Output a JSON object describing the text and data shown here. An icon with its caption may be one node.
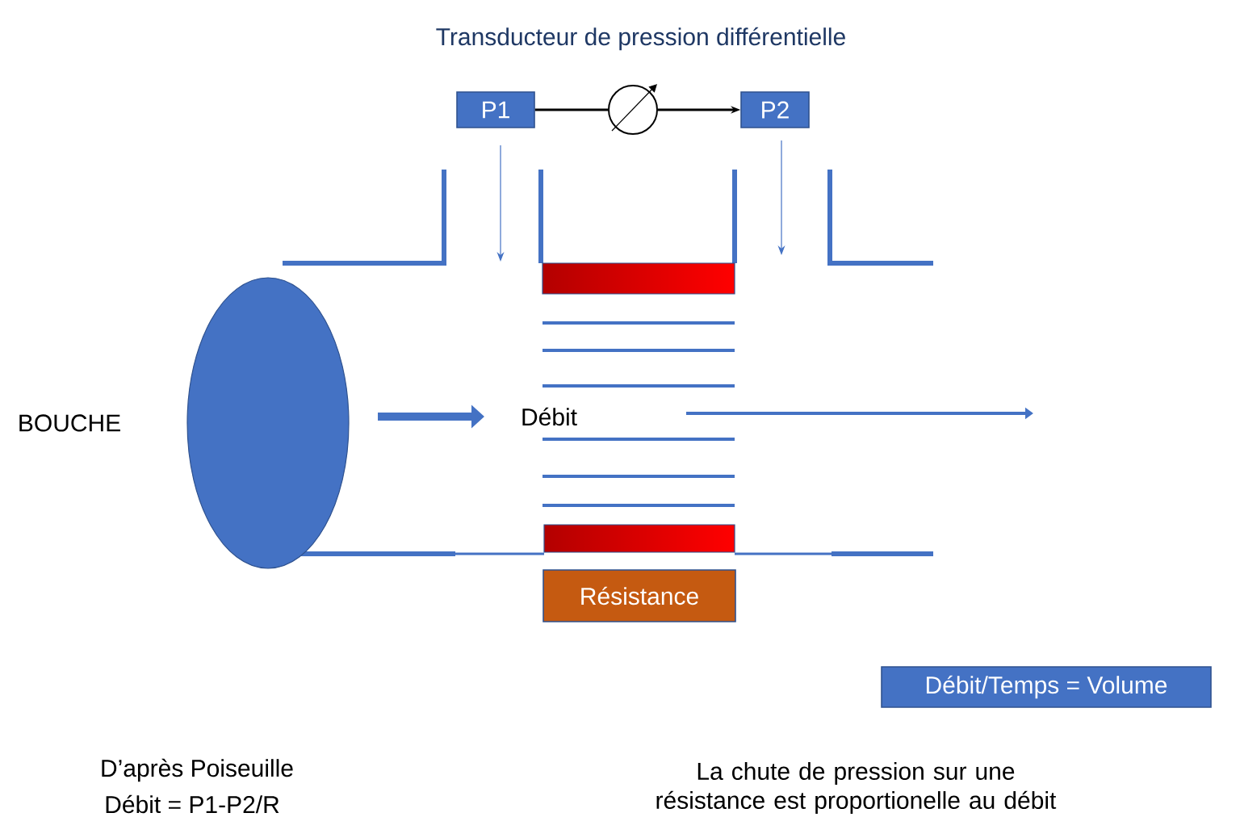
{
  "diagram": {
    "title": "Transducteur de pression différentielle",
    "nodes": [
      {
        "text": [
          "P1"
        ]
      },
      {
        "text": [
          "P2"
        ]
      },
      {
        "text": [],
        "shape": "circle"
      },
      {
        "text": [
          "Résistance"
        ]
      },
      {
        "text": [
          "Débit/Temps = Volume"
        ]
      }
    ],
    "edges": [
      {
        "from": 0,
        "to": null,
        "arrow": "to"
      },
      {
        "from": 1,
        "to": null,
        "arrow": "to"
      },
      {
        "from": 0,
        "to": 2,
        "arrow": "none",
        "color": "#000000"
      },
      {
        "from": 2,
        "to": 1,
        "arrow": "to",
        "color": "#000000"
      }
    ],
    "labels": [
      "BOUCHE",
      "Débit",
      "D’après Poiseuille",
      "Débit = P1-P2/R",
      "La chute de pression sur une résistance est proportionelle au débit"
    ]
  }
}
